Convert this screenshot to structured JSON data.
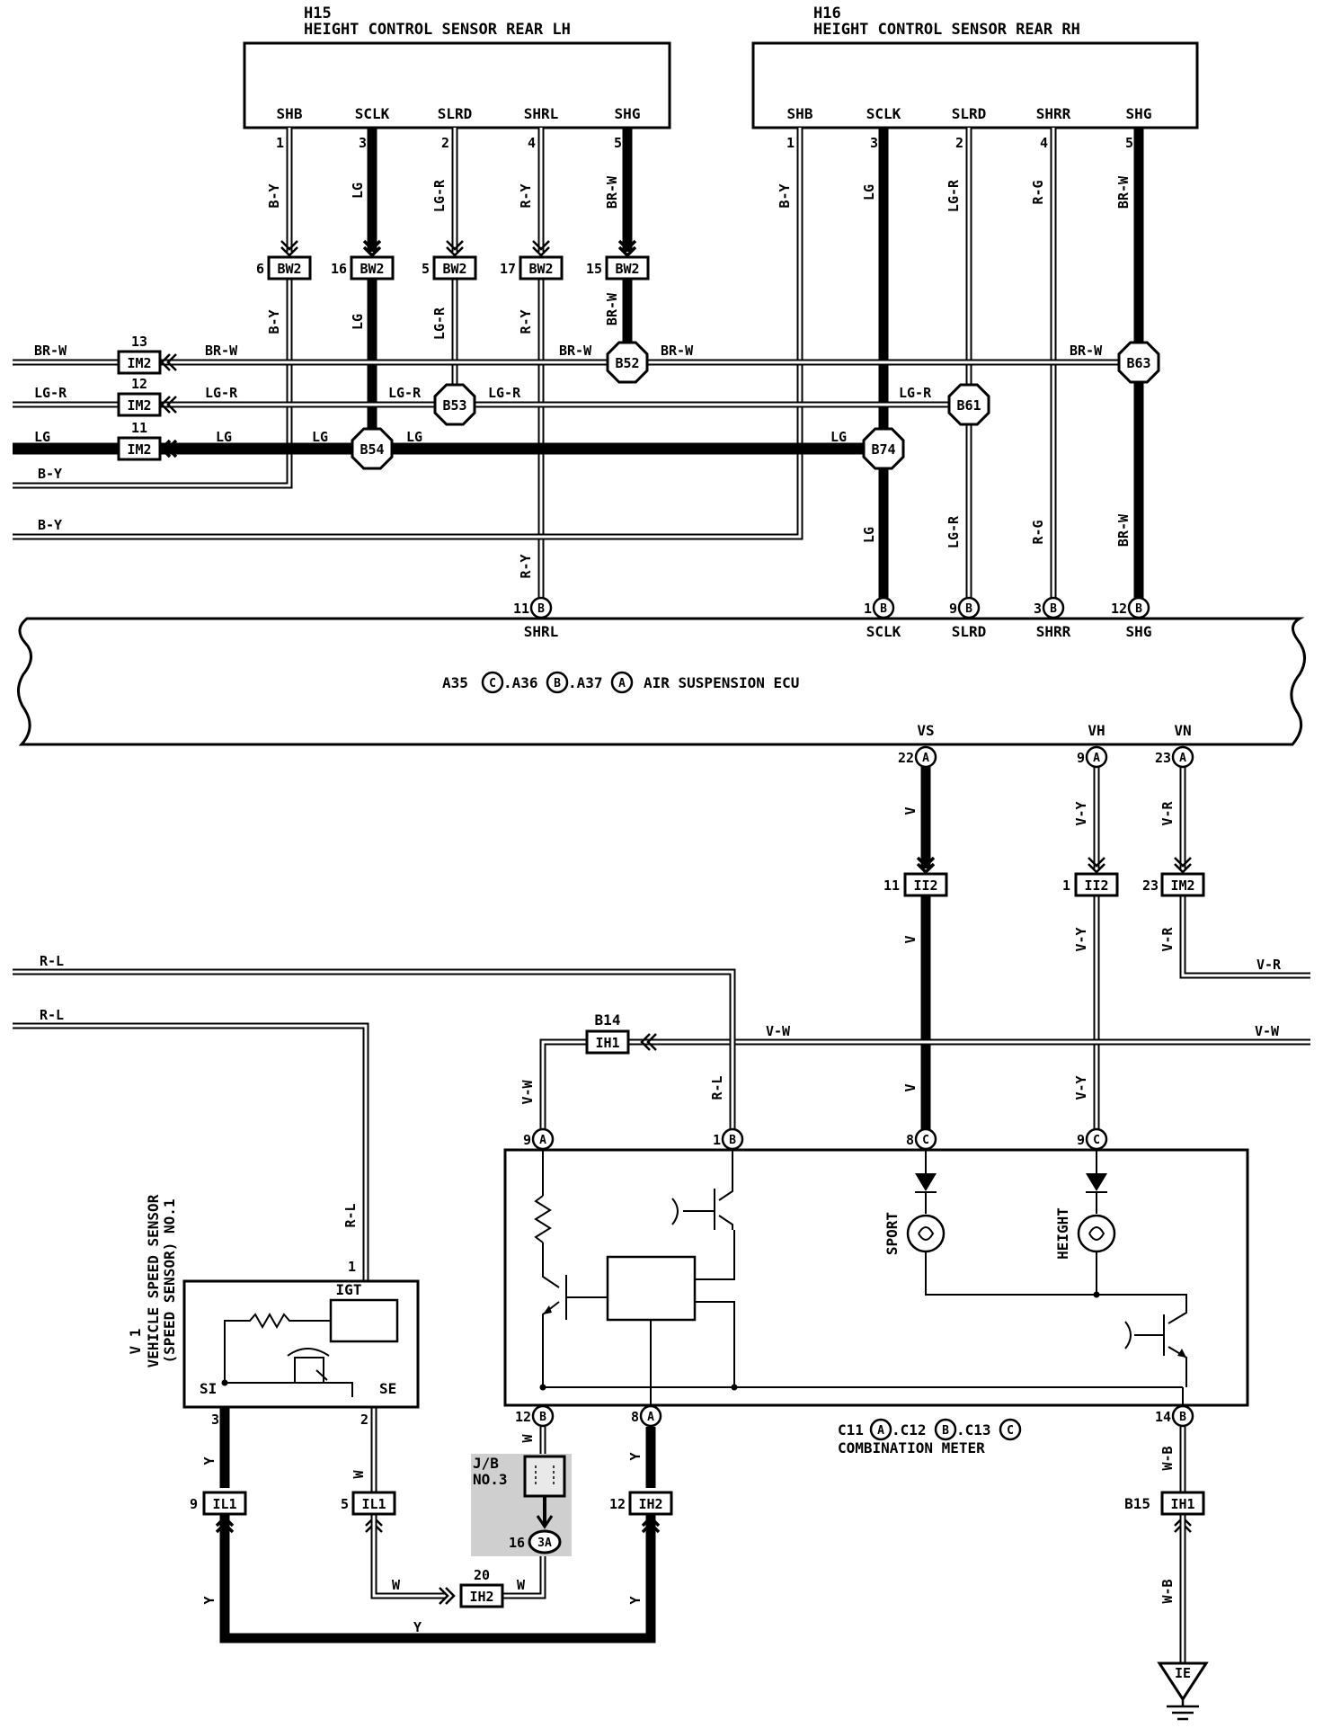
{
  "sensors": {
    "lh": {
      "id": "H15",
      "name": "HEIGHT CONTROL SENSOR REAR LH",
      "terminals": [
        {
          "name": "SHB",
          "pin": "1",
          "wire": "B-Y"
        },
        {
          "name": "SCLK",
          "pin": "3",
          "wire": "LG"
        },
        {
          "name": "SLRD",
          "pin": "2",
          "wire": "LG-R"
        },
        {
          "name": "SHRL",
          "pin": "4",
          "wire": "R-Y"
        },
        {
          "name": "SHG",
          "pin": "5",
          "wire": "BR-W"
        }
      ]
    },
    "rh": {
      "id": "H16",
      "name": "HEIGHT CONTROL SENSOR REAR RH",
      "terminals": [
        {
          "name": "SHB",
          "pin": "1",
          "wire": "B-Y"
        },
        {
          "name": "SCLK",
          "pin": "3",
          "wire": "LG"
        },
        {
          "name": "SLRD",
          "pin": "2",
          "wire": "LG-R"
        },
        {
          "name": "SHRR",
          "pin": "4",
          "wire": "R-G"
        },
        {
          "name": "SHG",
          "pin": "5",
          "wire": "BR-W"
        }
      ]
    }
  },
  "bw2_pins": [
    "6",
    "16",
    "5",
    "17",
    "15"
  ],
  "connectors": {
    "bw2": "BW2",
    "im2": "IM2",
    "ii2": "II2",
    "ih1": "IH1",
    "ih2": "IH2",
    "il1": "IL1",
    "ie": "IE",
    "jb3a": "3A",
    "b14": "B14",
    "b15": "B15"
  },
  "splices": {
    "b52": "B52",
    "b53": "B53",
    "b54": "B54",
    "b61": "B61",
    "b63": "B63",
    "b74": "B74"
  },
  "left_bus": [
    {
      "pin": "13",
      "wire": "BR-W"
    },
    {
      "pin": "12",
      "wire": "LG-R"
    },
    {
      "pin": "11",
      "wire": "LG"
    }
  ],
  "wires": {
    "by": "B-Y",
    "brw": "BR-W",
    "lgr": "LG-R",
    "lg": "LG",
    "ry": "R-Y",
    "rg": "R-G",
    "brw_lower": "BR-W",
    "v": "V",
    "vy": "V-Y",
    "vr": "V-R",
    "vw": "V-W",
    "rl": "R-L",
    "y": "Y",
    "w": "W",
    "wb": "W-B"
  },
  "ecu": {
    "title_parts": {
      "a": "A35",
      "c1": "C",
      "mid": ".A36",
      "c2": "B",
      "mid2": ".A37",
      "c3": "A",
      "tail": "AIR SUSPENSION ECU"
    },
    "top_pins": [
      {
        "pin": "11",
        "conn": "B",
        "name": "SHRL"
      },
      {
        "pin": "1",
        "conn": "B",
        "name": "SCLK"
      },
      {
        "pin": "9",
        "conn": "B",
        "name": "SLRD"
      },
      {
        "pin": "3",
        "conn": "B",
        "name": "SHRR"
      },
      {
        "pin": "12",
        "conn": "B",
        "name": "SHG"
      }
    ],
    "bottom_pins": [
      {
        "pin": "22",
        "conn": "A",
        "name": "VS"
      },
      {
        "pin": "9",
        "conn": "A",
        "name": "VH"
      },
      {
        "pin": "23",
        "conn": "A",
        "name": "VN"
      }
    ]
  },
  "mid_pins": {
    "ii2_a": "11",
    "ii2_b": "1",
    "im2": "23"
  },
  "meter": {
    "title1": {
      "a": "C11",
      "c1": "A",
      "b": ".C12",
      "c2": "B",
      "c": ".C13",
      "c3": "C"
    },
    "title2": "COMBINATION METER",
    "sport": "SPORT",
    "height": "HEIGHT",
    "pins": {
      "p9a": {
        "pin": "9",
        "conn": "A"
      },
      "p1b": {
        "pin": "1",
        "conn": "B"
      },
      "p8c": {
        "pin": "8",
        "conn": "C"
      },
      "p9c": {
        "pin": "9",
        "conn": "C"
      },
      "p12b": {
        "pin": "12",
        "conn": "B"
      },
      "p8a": {
        "pin": "8",
        "conn": "A"
      },
      "p14b": {
        "pin": "14",
        "conn": "B"
      }
    }
  },
  "vss": {
    "id": "V 1",
    "name1": "VEHICLE SPEED SENSOR",
    "name2": "(SPEED SENSOR) NO.1",
    "igt": "IGT",
    "si": "SI",
    "se": "SE",
    "pin_igt": "1",
    "pin_si": "3",
    "pin_se": "2"
  },
  "lower_pins": {
    "il1_a": "9",
    "il1_b": "5",
    "ih2_a": "20",
    "ih2_b": "12",
    "jb": "16"
  },
  "jb": {
    "l1": "J/B",
    "l2": "NO.3"
  }
}
